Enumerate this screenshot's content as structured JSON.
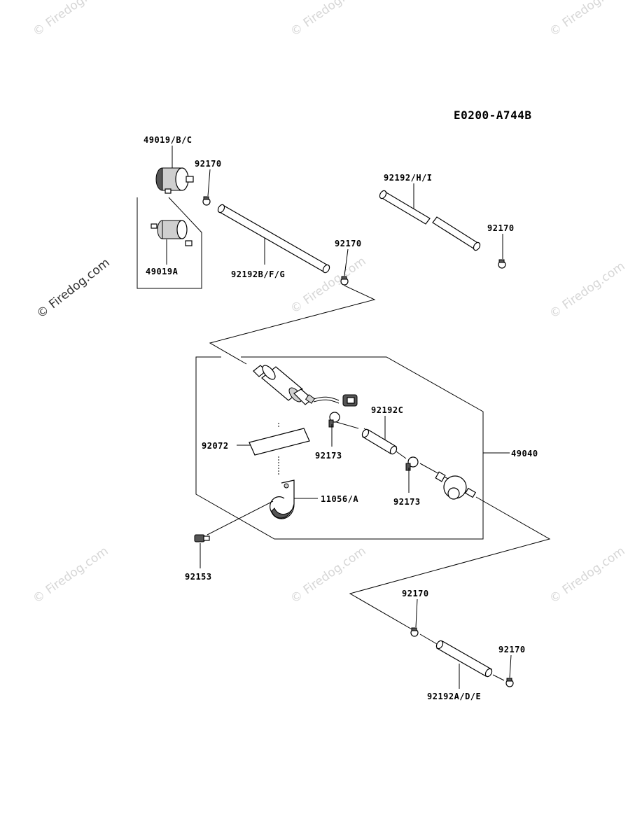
{
  "diagram": {
    "code": "E0200-A744B",
    "labels": {
      "p49019bc": "49019/B/C",
      "p49019a": "49019A",
      "p92170_a": "92170",
      "p92170_b": "92170",
      "p92170_c": "92170",
      "p92170_d": "92170",
      "p92170_e": "92170",
      "p92192bfg": "92192B/F/G",
      "p92192hi": "92192/H/I",
      "p92192c": "92192C",
      "p49040": "49040",
      "p92072": "92072",
      "p92173_a": "92173",
      "p92173_b": "92173",
      "p11056a": "11056/A",
      "p92153": "92153",
      "p92192ade": "92192A/D/E"
    }
  },
  "watermark": {
    "text": "© Firedog.com"
  }
}
